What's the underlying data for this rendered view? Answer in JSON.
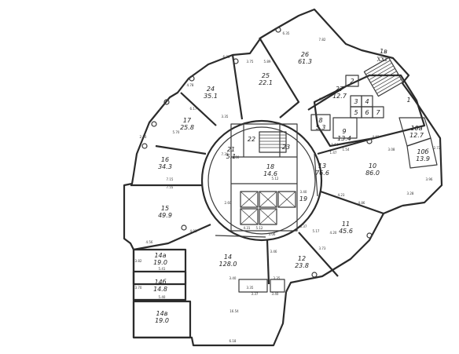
{
  "rooms": [
    {
      "num": "26",
      "area": "61.3"
    },
    {
      "num": "25",
      "area": "22.1"
    },
    {
      "num": "24",
      "area": "35.1"
    },
    {
      "num": "17",
      "area": "25.8"
    },
    {
      "num": "16",
      "area": "34.3"
    },
    {
      "num": "15",
      "area": "49.9"
    },
    {
      "num": "14а",
      "area": "19.0"
    },
    {
      "num": "14б",
      "area": "14.8"
    },
    {
      "num": "14в",
      "area": "19.0"
    },
    {
      "num": "14",
      "area": "128.0"
    },
    {
      "num": "12",
      "area": "23.8"
    },
    {
      "num": "11",
      "area": "45.6"
    },
    {
      "num": "10",
      "area": "86.0"
    },
    {
      "num": "10а",
      "area": "12.7"
    },
    {
      "num": "10б",
      "area": "13.9"
    },
    {
      "num": "13",
      "area": "76.6"
    },
    {
      "num": "18",
      "area": "14.6"
    },
    {
      "num": "21",
      "area": "5.1"
    },
    {
      "num": "22",
      "area": ""
    },
    {
      "num": "23",
      "area": ""
    },
    {
      "num": "19",
      "area": ""
    },
    {
      "num": "27",
      "area": "12.7"
    },
    {
      "num": "9",
      "area": "13.4"
    },
    {
      "num": "8",
      "area": "5.3"
    },
    {
      "num": "1в",
      "area": ""
    },
    {
      "num": "1",
      "area": ""
    },
    {
      "num": "2",
      "area": ""
    },
    {
      "num": "3",
      "area": ""
    },
    {
      "num": "4",
      "area": ""
    },
    {
      "num": "5",
      "area": ""
    },
    {
      "num": "6",
      "area": ""
    },
    {
      "num": "7",
      "area": ""
    }
  ],
  "stair_label": "XXI",
  "dims": [
    "6.35",
    "7.82",
    "3.75",
    "6.38",
    "4.78",
    "5.70",
    "6.17",
    "3.35",
    "7.15",
    "7.55",
    "4.56",
    "3.82",
    "5.41",
    "3.70",
    "5.40",
    "16.54",
    "6.18",
    "3.46",
    "3.35",
    "2.60",
    "7.30",
    "5.12",
    "3.40",
    "2.00",
    "3.06",
    "3.40",
    "3.35",
    "3.37",
    "3.40",
    "3.73",
    "5.17",
    "5.12",
    "3.37",
    "4.20",
    "4.86",
    "3.08",
    "3.28",
    "2.72",
    "3.96",
    "4.83",
    "4.42",
    "1.54",
    "1.47",
    "1.54",
    "5.89",
    "4.23",
    "2.30",
    "4.93",
    "4.31"
  ]
}
